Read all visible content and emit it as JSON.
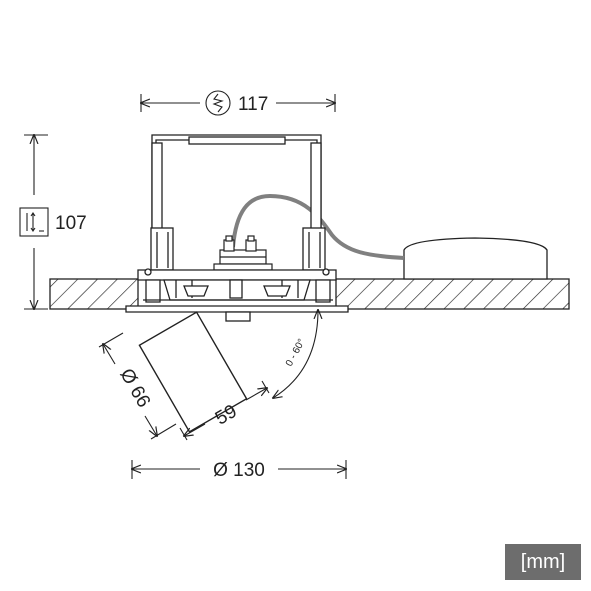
{
  "dimensions": {
    "cutout_width": "117",
    "height": "107",
    "head_diameter": "Ø 66",
    "head_length": "59",
    "tilt_range": "0 - 60°",
    "outer_diameter": "Ø 130"
  },
  "unit_label": "[mm]",
  "icons": {
    "cutout": "ceiling-cutout-icon",
    "height": "installation-height-icon"
  },
  "colors": {
    "line": "#222222",
    "cable": "#808080",
    "unit_badge": "#6d6d6d"
  }
}
